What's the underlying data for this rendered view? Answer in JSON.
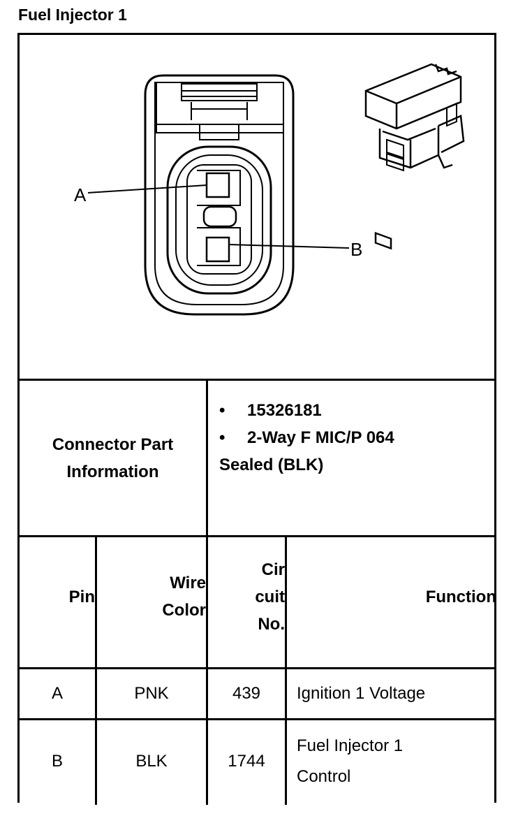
{
  "title": "Fuel Injector 1",
  "diagram": {
    "label_a": "A",
    "label_b": "B"
  },
  "connector_info": {
    "label_line1": "Connector Part",
    "label_line2": "Information",
    "bullet": "•",
    "part_number": "15326181",
    "description_line1": "2-Way F MIC/P 064",
    "description_line2": "Sealed (BLK)"
  },
  "table": {
    "headers": {
      "pin": "Pin",
      "wire_color_1": "Wire",
      "wire_color_2": "Color",
      "circuit_1": "Cir",
      "circuit_2": "cuit",
      "circuit_3": "No.",
      "function": "Function"
    },
    "rows": [
      {
        "pin": "A",
        "wire_color": "PNK",
        "circuit": "439",
        "function_1": "Ignition 1 Voltage",
        "function_2": ""
      },
      {
        "pin": "B",
        "wire_color": "BLK",
        "circuit": "1744",
        "function_1": "Fuel Injector 1",
        "function_2": "Control"
      }
    ]
  }
}
